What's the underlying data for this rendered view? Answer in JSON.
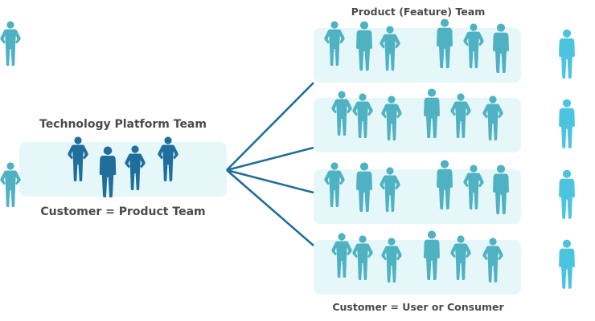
{
  "platform_team": {
    "title": "Technology Platform Team",
    "caption": "Customer = Product Team"
  },
  "product_teams": {
    "title": "Product (Feature) Team",
    "caption": "Customer = User or Consumer",
    "team_count": 4
  },
  "icons": {
    "person": "person-silhouette-icon"
  },
  "colors": {
    "platform_person": "#1f6e9c",
    "product_person": "#4fb2c2",
    "consumer_person": "#4cc4e0",
    "connector_line": "#1f6e9c",
    "panel_background": "#e6f7fa",
    "label_text": "#4a4a4a"
  }
}
